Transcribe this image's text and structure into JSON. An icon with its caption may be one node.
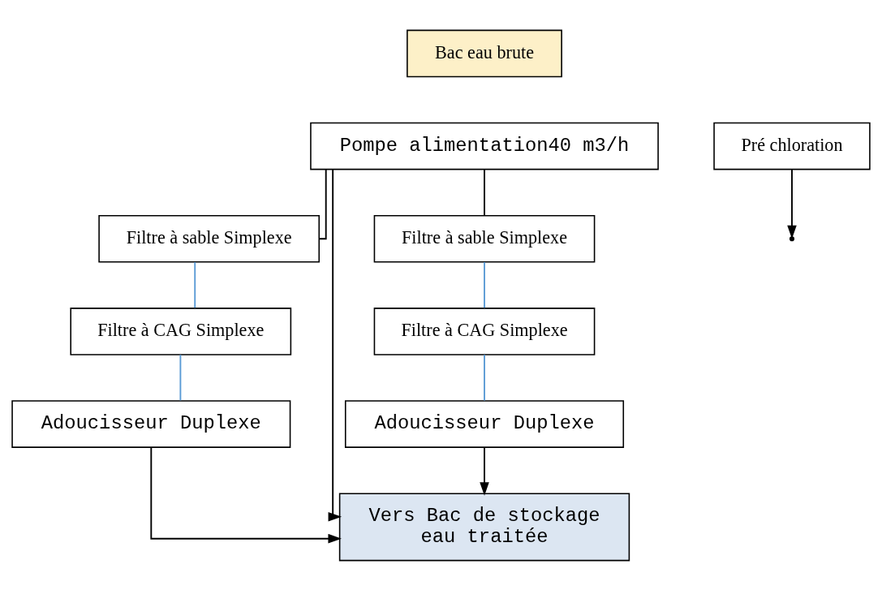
{
  "diagram": {
    "nodes": [
      {
        "text": [
          "Bac eau brute"
        ]
      },
      {
        "text": [
          "Pompe alimentation40 m3/h"
        ]
      },
      {
        "text": [
          "Pré chloration"
        ]
      },
      {
        "text": [
          "Filtre à sable Simplexe"
        ]
      },
      {
        "text": [
          "Filtre à CAG Simplexe"
        ]
      },
      {
        "text": [
          "Adoucisseur Duplexe"
        ]
      },
      {
        "text": [
          "Filtre à sable Simplexe"
        ]
      },
      {
        "text": [
          "Filtre à CAG Simplexe"
        ]
      },
      {
        "text": [
          "Adoucisseur Duplexe"
        ]
      },
      {
        "text": [
          "Vers Bac de stockage eau traitée"
        ]
      }
    ],
    "edges": [
      {
        "from": 1,
        "to": 9,
        "arrow": "to"
      },
      {
        "from": 2,
        "to": null,
        "arrow": "to"
      },
      {
        "from": 1,
        "to": 3,
        "arrow": "none"
      },
      {
        "from": 1,
        "to": 6,
        "arrow": "none"
      },
      {
        "from": 3,
        "to": 4,
        "arrow": "none",
        "color": "#5b9bd5"
      },
      {
        "from": 4,
        "to": 5,
        "arrow": "none",
        "color": "#5b9bd5"
      },
      {
        "from": 6,
        "to": 7,
        "arrow": "none",
        "color": "#5b9bd5"
      },
      {
        "from": 7,
        "to": 8,
        "arrow": "none",
        "color": "#5b9bd5"
      },
      {
        "from": 5,
        "to": 9,
        "arrow": "to"
      },
      {
        "from": 8,
        "to": 9,
        "arrow": "to"
      }
    ]
  }
}
